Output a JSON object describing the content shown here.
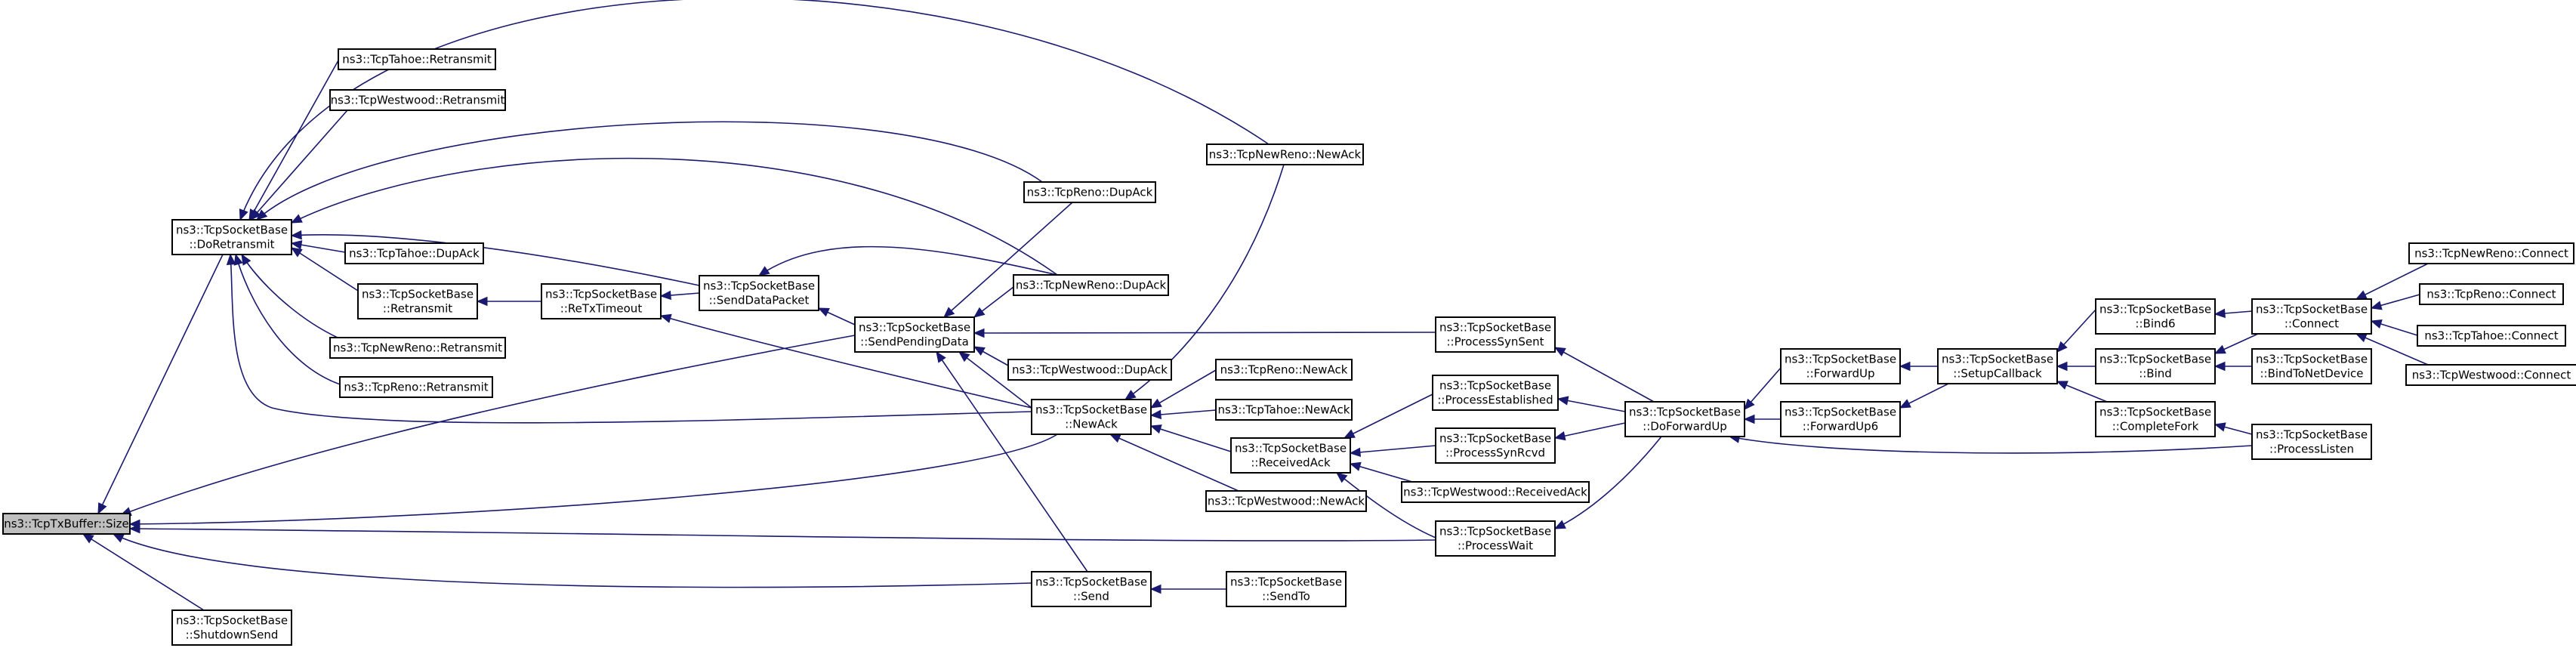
{
  "graph": {
    "title": "",
    "edge_color": "#191970",
    "root_fill": "#bfbfbf",
    "root": "n_size",
    "nodes": [
      {
        "id": "n_size",
        "lines": [
          "ns3::TcpTxBuffer::Size"
        ]
      },
      {
        "id": "n_doretransmit",
        "lines": [
          "ns3::TcpSocketBase",
          "::DoRetransmit"
        ]
      },
      {
        "id": "n_shutdownsend",
        "lines": [
          "ns3::TcpSocketBase",
          "::ShutdownSend"
        ]
      },
      {
        "id": "n_tahoe_retransmit",
        "lines": [
          "ns3::TcpTahoe::Retransmit"
        ]
      },
      {
        "id": "n_westwood_retransmit",
        "lines": [
          "ns3::TcpWestwood::Retransmit"
        ]
      },
      {
        "id": "n_tahoe_dupack",
        "lines": [
          "ns3::TcpTahoe::DupAck"
        ]
      },
      {
        "id": "n_retransmit",
        "lines": [
          "ns3::TcpSocketBase",
          "::Retransmit"
        ]
      },
      {
        "id": "n_newreno_retransmit",
        "lines": [
          "ns3::TcpNewReno::Retransmit"
        ]
      },
      {
        "id": "n_reno_retransmit",
        "lines": [
          "ns3::TcpReno::Retransmit"
        ]
      },
      {
        "id": "n_retxtimeout",
        "lines": [
          "ns3::TcpSocketBase",
          "::ReTxTimeout"
        ]
      },
      {
        "id": "n_senddatapacket",
        "lines": [
          "ns3::TcpSocketBase",
          "::SendDataPacket"
        ]
      },
      {
        "id": "n_sendpendingdata",
        "lines": [
          "ns3::TcpSocketBase",
          "::SendPendingData"
        ]
      },
      {
        "id": "n_reno_dupack",
        "lines": [
          "ns3::TcpReno::DupAck"
        ]
      },
      {
        "id": "n_newreno_dupack",
        "lines": [
          "ns3::TcpNewReno::DupAck"
        ]
      },
      {
        "id": "n_westwood_dupack",
        "lines": [
          "ns3::TcpWestwood::DupAck"
        ]
      },
      {
        "id": "n_newack",
        "lines": [
          "ns3::TcpSocketBase",
          "::NewAck"
        ]
      },
      {
        "id": "n_send",
        "lines": [
          "ns3::TcpSocketBase",
          "::Send"
        ]
      },
      {
        "id": "n_newreno_newack",
        "lines": [
          "ns3::TcpNewReno::NewAck"
        ]
      },
      {
        "id": "n_reno_newack",
        "lines": [
          "ns3::TcpReno::NewAck"
        ]
      },
      {
        "id": "n_tahoe_newack",
        "lines": [
          "ns3::TcpTahoe::NewAck"
        ]
      },
      {
        "id": "n_receivedack",
        "lines": [
          "ns3::TcpSocketBase",
          "::ReceivedAck"
        ]
      },
      {
        "id": "n_westwood_newack",
        "lines": [
          "ns3::TcpWestwood::NewAck"
        ]
      },
      {
        "id": "n_sendto",
        "lines": [
          "ns3::TcpSocketBase",
          "::SendTo"
        ]
      },
      {
        "id": "n_processsynsent",
        "lines": [
          "ns3::TcpSocketBase",
          "::ProcessSynSent"
        ]
      },
      {
        "id": "n_processestablished",
        "lines": [
          "ns3::TcpSocketBase",
          "::ProcessEstablished"
        ]
      },
      {
        "id": "n_processsynrcvd",
        "lines": [
          "ns3::TcpSocketBase",
          "::ProcessSynRcvd"
        ]
      },
      {
        "id": "n_westwood_receivedack",
        "lines": [
          "ns3::TcpWestwood::ReceivedAck"
        ]
      },
      {
        "id": "n_processwait",
        "lines": [
          "ns3::TcpSocketBase",
          "::ProcessWait"
        ]
      },
      {
        "id": "n_doforwardup",
        "lines": [
          "ns3::TcpSocketBase",
          "::DoForwardUp"
        ]
      },
      {
        "id": "n_forwardup",
        "lines": [
          "ns3::TcpSocketBase",
          "::ForwardUp"
        ]
      },
      {
        "id": "n_forwardup6",
        "lines": [
          "ns3::TcpSocketBase",
          "::ForwardUp6"
        ]
      },
      {
        "id": "n_setupcallback",
        "lines": [
          "ns3::TcpSocketBase",
          "::SetupCallback"
        ]
      },
      {
        "id": "n_bind6",
        "lines": [
          "ns3::TcpSocketBase",
          "::Bind6"
        ]
      },
      {
        "id": "n_bind",
        "lines": [
          "ns3::TcpSocketBase",
          "::Bind"
        ]
      },
      {
        "id": "n_completefork",
        "lines": [
          "ns3::TcpSocketBase",
          "::CompleteFork"
        ]
      },
      {
        "id": "n_connect",
        "lines": [
          "ns3::TcpSocketBase",
          "::Connect"
        ]
      },
      {
        "id": "n_bindtonetdevice",
        "lines": [
          "ns3::TcpSocketBase",
          "::BindToNetDevice"
        ]
      },
      {
        "id": "n_processlisten",
        "lines": [
          "ns3::TcpSocketBase",
          "::ProcessListen"
        ]
      },
      {
        "id": "n_newreno_connect",
        "lines": [
          "ns3::TcpNewReno::Connect"
        ]
      },
      {
        "id": "n_reno_connect",
        "lines": [
          "ns3::TcpReno::Connect"
        ]
      },
      {
        "id": "n_tahoe_connect",
        "lines": [
          "ns3::TcpTahoe::Connect"
        ]
      },
      {
        "id": "n_westwood_connect",
        "lines": [
          "ns3::TcpWestwood::Connect"
        ]
      }
    ],
    "edges": [
      [
        "n_doretransmit",
        "n_size"
      ],
      [
        "n_sendpendingdata",
        "n_size"
      ],
      [
        "n_newack",
        "n_size"
      ],
      [
        "n_processwait",
        "n_size"
      ],
      [
        "n_send",
        "n_size"
      ],
      [
        "n_shutdownsend",
        "n_size"
      ],
      [
        "n_tahoe_retransmit",
        "n_doretransmit"
      ],
      [
        "n_westwood_retransmit",
        "n_doretransmit"
      ],
      [
        "n_tahoe_dupack",
        "n_doretransmit"
      ],
      [
        "n_retransmit",
        "n_doretransmit"
      ],
      [
        "n_newreno_retransmit",
        "n_doretransmit"
      ],
      [
        "n_reno_retransmit",
        "n_doretransmit"
      ],
      [
        "n_senddatapacket",
        "n_doretransmit"
      ],
      [
        "n_newreno_newack",
        "n_doretransmit"
      ],
      [
        "n_reno_dupack",
        "n_doretransmit"
      ],
      [
        "n_newreno_dupack",
        "n_doretransmit"
      ],
      [
        "n_newack",
        "n_doretransmit"
      ],
      [
        "n_retxtimeout",
        "n_retransmit"
      ],
      [
        "n_senddatapacket",
        "n_retxtimeout"
      ],
      [
        "n_sendpendingdata",
        "n_senddatapacket"
      ],
      [
        "n_newreno_dupack",
        "n_senddatapacket"
      ],
      [
        "n_newack",
        "n_retxtimeout"
      ],
      [
        "n_reno_dupack",
        "n_sendpendingdata"
      ],
      [
        "n_newreno_dupack",
        "n_sendpendingdata"
      ],
      [
        "n_westwood_dupack",
        "n_sendpendingdata"
      ],
      [
        "n_newack",
        "n_sendpendingdata"
      ],
      [
        "n_send",
        "n_sendpendingdata"
      ],
      [
        "n_processsynsent",
        "n_sendpendingdata"
      ],
      [
        "n_newreno_newack",
        "n_newack"
      ],
      [
        "n_reno_newack",
        "n_newack"
      ],
      [
        "n_tahoe_newack",
        "n_newack"
      ],
      [
        "n_receivedack",
        "n_newack"
      ],
      [
        "n_westwood_newack",
        "n_newack"
      ],
      [
        "n_sendto",
        "n_send"
      ],
      [
        "n_processestablished",
        "n_receivedack"
      ],
      [
        "n_processsynrcvd",
        "n_receivedack"
      ],
      [
        "n_westwood_receivedack",
        "n_receivedack"
      ],
      [
        "n_processwait",
        "n_receivedack"
      ],
      [
        "n_doforwardup",
        "n_processsynsent"
      ],
      [
        "n_doforwardup",
        "n_processestablished"
      ],
      [
        "n_doforwardup",
        "n_processsynrcvd"
      ],
      [
        "n_doforwardup",
        "n_processwait"
      ],
      [
        "n_forwardup",
        "n_doforwardup"
      ],
      [
        "n_forwardup6",
        "n_doforwardup"
      ],
      [
        "n_processlisten",
        "n_doforwardup"
      ],
      [
        "n_setupcallback",
        "n_forwardup"
      ],
      [
        "n_setupcallback",
        "n_forwardup6"
      ],
      [
        "n_bind6",
        "n_setupcallback"
      ],
      [
        "n_bind",
        "n_setupcallback"
      ],
      [
        "n_completefork",
        "n_setupcallback"
      ],
      [
        "n_connect",
        "n_bind6"
      ],
      [
        "n_connect",
        "n_bind"
      ],
      [
        "n_bindtonetdevice",
        "n_bind"
      ],
      [
        "n_processlisten",
        "n_completefork"
      ],
      [
        "n_newreno_connect",
        "n_connect"
      ],
      [
        "n_reno_connect",
        "n_connect"
      ],
      [
        "n_tahoe_connect",
        "n_connect"
      ],
      [
        "n_westwood_connect",
        "n_connect"
      ]
    ]
  }
}
